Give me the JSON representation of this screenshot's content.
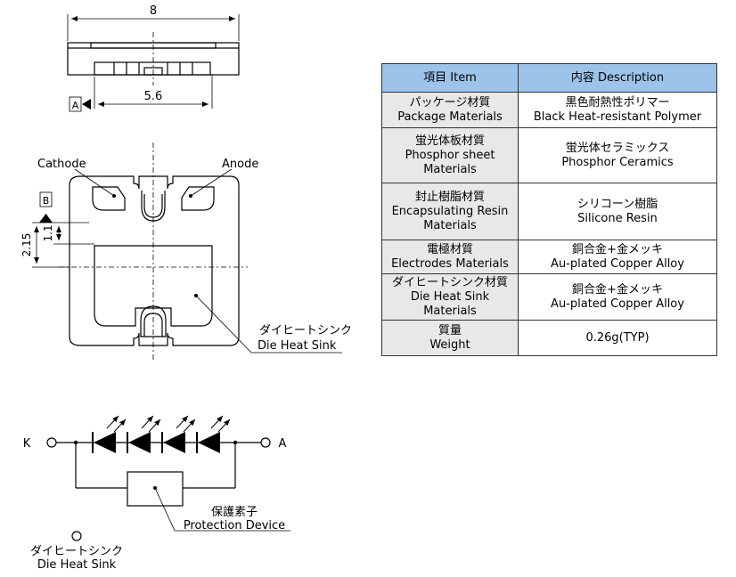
{
  "dimensions": {
    "width_total": "8",
    "width_inner": "5.6",
    "height_a": "2.15",
    "height_b": "1.1",
    "datum_a": "A",
    "datum_b": "B"
  },
  "labels": {
    "cathode": "Cathode",
    "anode": "Anode",
    "die_heat_sink_jp": "ダイヒートシンク",
    "die_heat_sink_en": "Die Heat Sink"
  },
  "circuit": {
    "terminal_k": "K",
    "terminal_a": "A",
    "protection_jp": "保護素子",
    "protection_en": "Protection Device",
    "die_heat_sink_jp": "ダイヒートシンク",
    "die_heat_sink_en": "Die Heat Sink"
  },
  "table": {
    "header_item": "項目 Item",
    "header_desc": "内容 Description",
    "rows": [
      {
        "item": [
          "パッケージ材質",
          "Package Materials"
        ],
        "desc": [
          "黒色耐熱性ポリマー",
          "Black Heat-resistant Polymer"
        ]
      },
      {
        "item": [
          "蛍光体板材質",
          "Phosphor sheet",
          "Materials"
        ],
        "desc": [
          "蛍光体セラミックス",
          "Phosphor Ceramics"
        ]
      },
      {
        "item": [
          "封止樹脂材質",
          "Encapsulating Resin",
          "Materials"
        ],
        "desc": [
          "シリコーン樹脂",
          "Silicone Resin"
        ]
      },
      {
        "item": [
          "電極材質",
          "Electrodes Materials"
        ],
        "desc": [
          "銅合金+金メッキ",
          "Au-plated Copper Alloy"
        ]
      },
      {
        "item": [
          "ダイヒートシンク材質",
          "Die Heat Sink",
          "Materials"
        ],
        "desc": [
          "銅合金+金メッキ",
          "Au-plated Copper Alloy"
        ]
      },
      {
        "item": [
          "質量",
          "Weight"
        ],
        "desc": [
          "0.26g(TYP)"
        ]
      }
    ]
  }
}
